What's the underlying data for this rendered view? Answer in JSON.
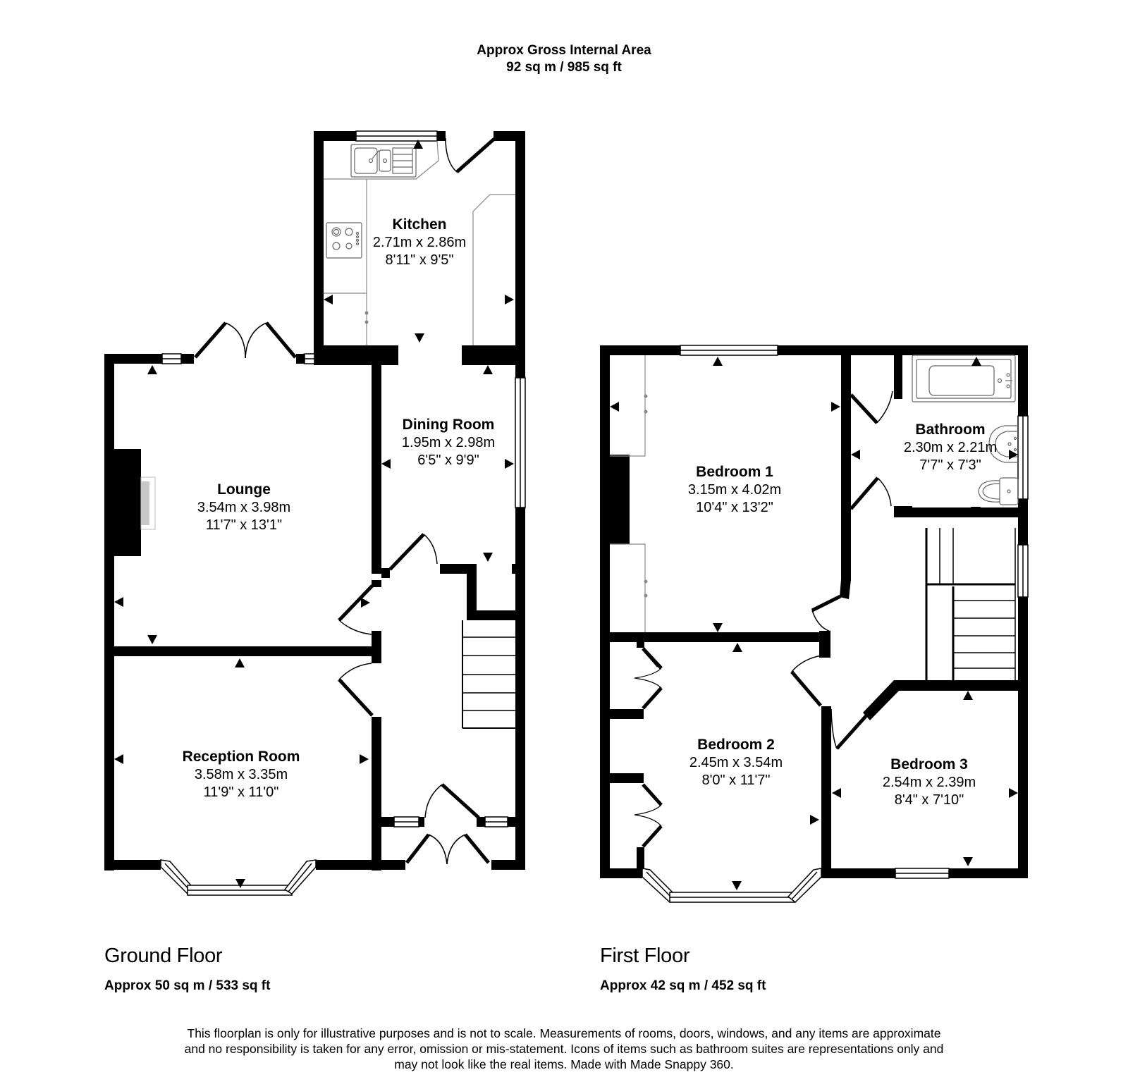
{
  "header": {
    "title": "Approx Gross Internal Area",
    "total_area": "92 sq m / 985 sq ft"
  },
  "floors": [
    {
      "name": "Ground Floor",
      "area": "Approx 50 sq m / 533 sq ft",
      "rooms": [
        {
          "name": "Kitchen",
          "metric": "2.71m x 2.86m",
          "imperial": "8'11\" x 9'5\""
        },
        {
          "name": "Lounge",
          "metric": "3.54m x 3.98m",
          "imperial": "11'7\" x 13'1\""
        },
        {
          "name": "Dining Room",
          "metric": "1.95m x 2.98m",
          "imperial": "6'5\" x 9'9\""
        },
        {
          "name": "Reception Room",
          "metric": "3.58m x 3.35m",
          "imperial": "11'9\" x 11'0\""
        }
      ]
    },
    {
      "name": "First Floor",
      "area": "Approx 42 sq m / 452 sq ft",
      "rooms": [
        {
          "name": "Bedroom 1",
          "metric": "3.15m x 4.02m",
          "imperial": "10'4\" x 13'2\""
        },
        {
          "name": "Bathroom",
          "metric": "2.30m x 2.21m",
          "imperial": "7'7\" x 7'3\""
        },
        {
          "name": "Bedroom 2",
          "metric": "2.45m x 3.54m",
          "imperial": "8'0\" x 11'7\""
        },
        {
          "name": "Bedroom 3",
          "metric": "2.54m x 2.39m",
          "imperial": "8'4\" x 7'10\""
        }
      ]
    }
  ],
  "footer": {
    "disclaimer_line1": "This floorplan is only for illustrative purposes and is not to scale. Measurements of rooms, doors, windows, and any items are approximate",
    "disclaimer_line2": "and no responsibility is taken for any error, omission or mis-statement. Icons of items such as bathroom suites are representations only and",
    "disclaimer_line3": "may not look like the real items. Made with Made Snappy 360."
  },
  "colors": {
    "wall": "#000000",
    "background": "#ffffff",
    "fixture_line": "#888888"
  }
}
